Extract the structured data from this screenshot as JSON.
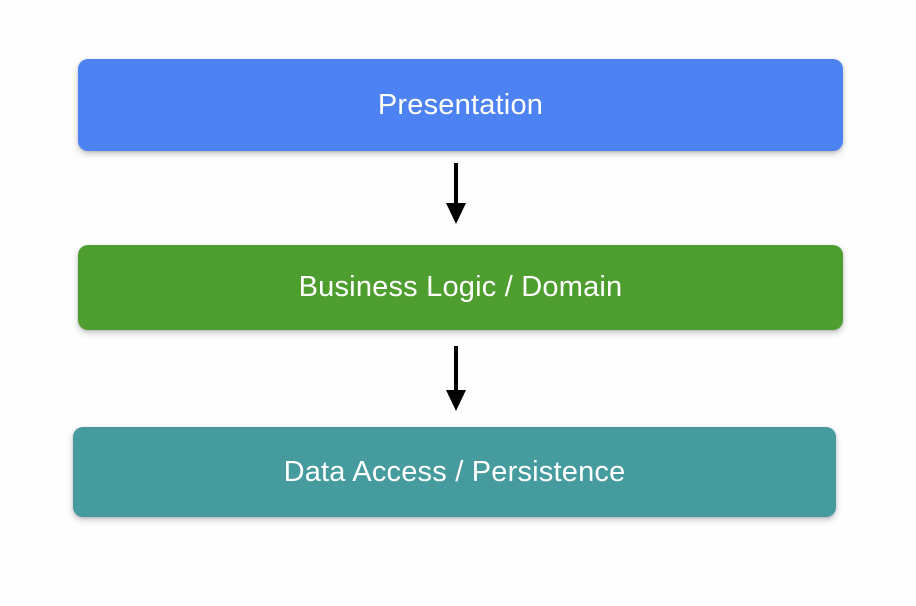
{
  "diagram": {
    "type": "layered-architecture-flow",
    "background_color": "#fefefe",
    "layers": [
      {
        "id": "presentation",
        "label": "Presentation",
        "color": "#4d82f3",
        "text_color": "#ffffff"
      },
      {
        "id": "business-logic",
        "label": "Business Logic / Domain",
        "color": "#4d9e2e",
        "text_color": "#ffffff"
      },
      {
        "id": "data-access",
        "label": "Data Access / Persistence",
        "color": "#459b9e",
        "text_color": "#ffffff"
      }
    ],
    "connectors": [
      {
        "id": "presentation-to-business",
        "icon": "down-arrow-icon",
        "from": "presentation",
        "to": "business-logic",
        "color": "#000000"
      },
      {
        "id": "business-to-data",
        "icon": "down-arrow-icon",
        "from": "business-logic",
        "to": "data-access",
        "color": "#000000"
      }
    ]
  }
}
